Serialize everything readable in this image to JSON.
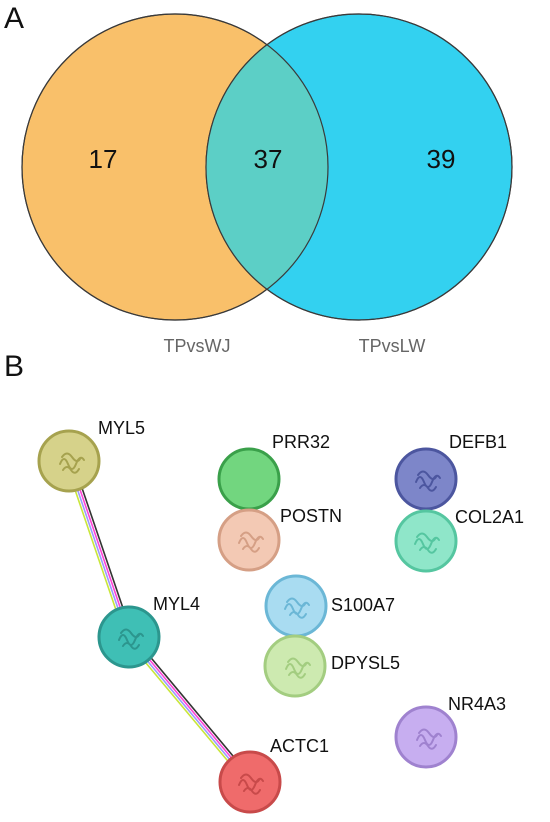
{
  "panels": {
    "a": "A",
    "b": "B"
  },
  "venn": {
    "sets": [
      {
        "label": "TPvsWJ",
        "only": "17",
        "color": "#f9c06a"
      },
      {
        "label": "TPvsLW",
        "only": "39",
        "color": "#33d1f0"
      }
    ],
    "overlap": "37",
    "overlap_color": "#5ccfc6"
  },
  "network": {
    "nodes": [
      {
        "name": "MYL5",
        "color": "#d6d28a",
        "ring": "#a6a24e",
        "icon": "protein-structure"
      },
      {
        "name": "MYL4",
        "color": "#3fbfb5",
        "ring": "#2c968e",
        "icon": "protein-structure"
      },
      {
        "name": "ACTC1",
        "color": "#ef6b6b",
        "ring": "#c84a4a",
        "icon": "protein-structure"
      },
      {
        "name": "PRR32",
        "color": "#72d67f",
        "ring": "#3aa04a",
        "icon": "none"
      },
      {
        "name": "POSTN",
        "color": "#f3c9b4",
        "ring": "#d59f85",
        "icon": "protein-structure"
      },
      {
        "name": "S100A7",
        "color": "#a9dcf1",
        "ring": "#6bb7d6",
        "icon": "protein-structure"
      },
      {
        "name": "DPYSL5",
        "color": "#cdeab0",
        "ring": "#a3cd80",
        "icon": "protein-structure"
      },
      {
        "name": "DEFB1",
        "color": "#7d86c9",
        "ring": "#4c569f",
        "icon": "protein-structure"
      },
      {
        "name": "COL2A1",
        "color": "#8fe6c9",
        "ring": "#55c6a0",
        "icon": "protein-structure"
      },
      {
        "name": "NR4A3",
        "color": "#c7aef0",
        "ring": "#9f82cf",
        "icon": "protein-structure"
      }
    ],
    "edges": [
      {
        "source": "MYL5",
        "target": "MYL4",
        "colors": [
          "#333333",
          "#ff44d6",
          "#9a9aff",
          "#c9e63a"
        ]
      },
      {
        "source": "MYL4",
        "target": "ACTC1",
        "colors": [
          "#333333",
          "#ff44d6",
          "#9a9aff",
          "#c9e63a"
        ]
      }
    ]
  }
}
